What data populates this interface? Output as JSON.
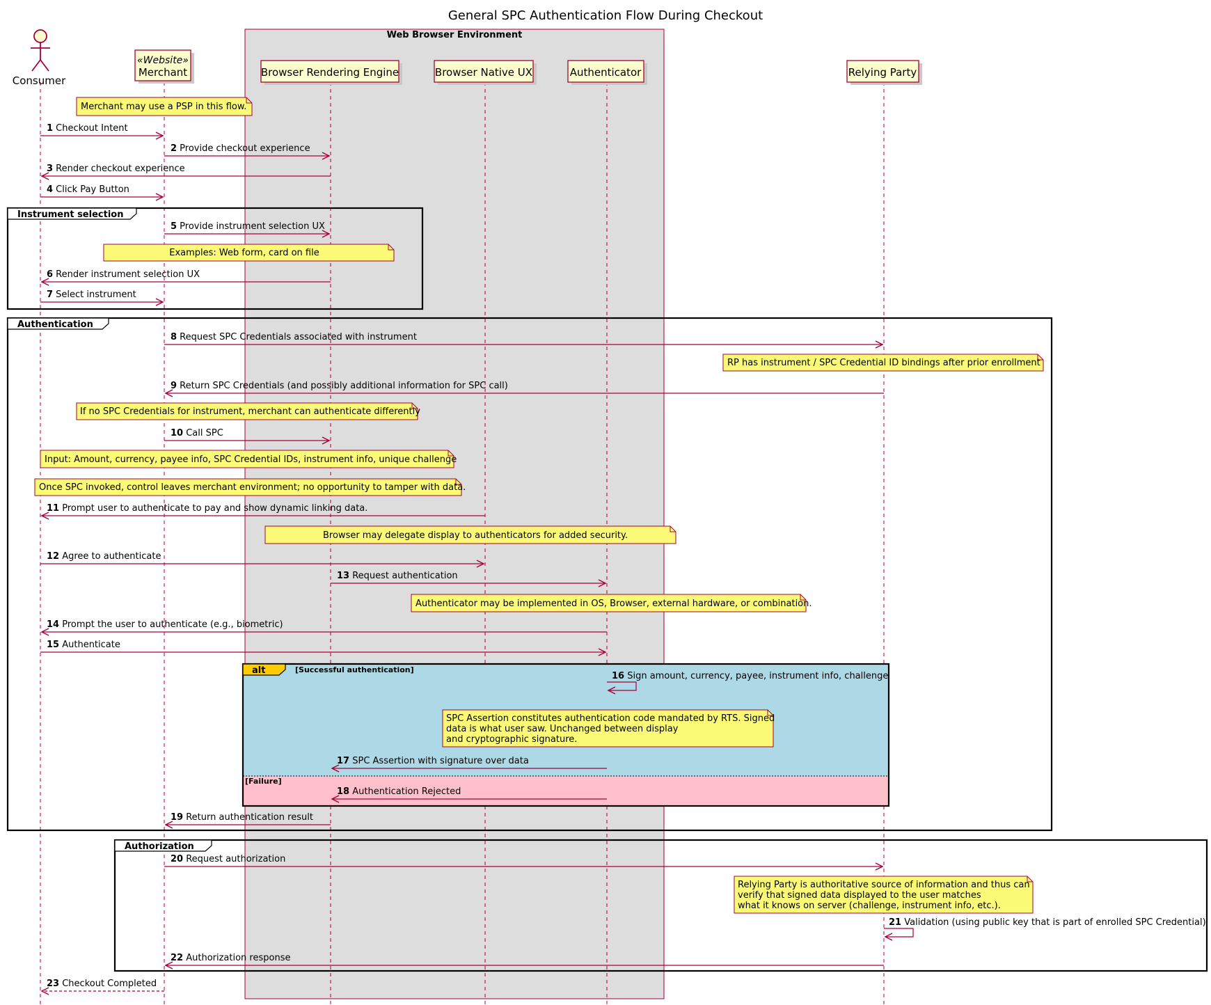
{
  "title": "General SPC Authentication Flow During Checkout",
  "box": {
    "label": "Web Browser Environment",
    "color": "#dddddd"
  },
  "participants": [
    {
      "id": "consumer",
      "label": "Consumer",
      "type": "actor"
    },
    {
      "id": "merchant",
      "label": "Merchant",
      "stereotype": "«Website»",
      "type": "participant"
    },
    {
      "id": "engine",
      "label": "Browser Rendering Engine",
      "type": "participant"
    },
    {
      "id": "native",
      "label": "Browser Native UX",
      "type": "participant"
    },
    {
      "id": "auth",
      "label": "Authenticator",
      "type": "participant"
    },
    {
      "id": "rp",
      "label": "Relying Party",
      "type": "participant"
    }
  ],
  "frames": [
    {
      "id": "instrument",
      "label": "Instrument selection"
    },
    {
      "id": "authentication",
      "label": "Authentication"
    },
    {
      "id": "authorization",
      "label": "Authorization"
    }
  ],
  "alt": {
    "keyword": "alt",
    "condition": "[Successful authentication]",
    "else_condition": "[Failure]",
    "colors": {
      "success": "#add8e6",
      "failure": "#ffc0cb",
      "keyword_bg": "#ffcc00"
    }
  },
  "messages": [
    {
      "n": "1",
      "text": "Checkout Intent"
    },
    {
      "n": "2",
      "text": "Provide checkout experience"
    },
    {
      "n": "3",
      "text": "Render checkout experience"
    },
    {
      "n": "4",
      "text": "Click Pay Button"
    },
    {
      "n": "5",
      "text": "Provide instrument selection UX"
    },
    {
      "n": "6",
      "text": "Render instrument selection UX"
    },
    {
      "n": "7",
      "text": "Select instrument"
    },
    {
      "n": "8",
      "text": "Request SPC Credentials associated with instrument"
    },
    {
      "n": "9",
      "text": "Return SPC Credentials (and possibly additional information for SPC call)"
    },
    {
      "n": "10",
      "text": "Call SPC"
    },
    {
      "n": "11",
      "text": "Prompt user to authenticate to pay and show dynamic linking data."
    },
    {
      "n": "12",
      "text": "Agree to authenticate"
    },
    {
      "n": "13",
      "text": "Request authentication"
    },
    {
      "n": "14",
      "text": "Prompt the user to authenticate (e.g., biometric)"
    },
    {
      "n": "15",
      "text": "Authenticate"
    },
    {
      "n": "16",
      "text": "Sign amount, currency, payee, instrument info, challenge"
    },
    {
      "n": "17",
      "text": "SPC Assertion with signature over data"
    },
    {
      "n": "18",
      "text": "Authentication Rejected"
    },
    {
      "n": "19",
      "text": "Return authentication result"
    },
    {
      "n": "20",
      "text": "Request authorization"
    },
    {
      "n": "21",
      "text": "Validation (using public key that is part of enrolled SPC Credential)"
    },
    {
      "n": "22",
      "text": "Authorization response"
    },
    {
      "n": "23",
      "text": "Checkout Completed"
    }
  ],
  "notes": [
    {
      "id": "psp",
      "lines": [
        "Merchant may use a PSP in this flow."
      ]
    },
    {
      "id": "examples",
      "lines": [
        "Examples: Web form, card on file"
      ]
    },
    {
      "id": "rp-bindings",
      "lines": [
        "RP has instrument / SPC Credential ID bindings after prior enrollment"
      ]
    },
    {
      "id": "no-cred",
      "lines": [
        "If no SPC Credentials for instrument, merchant can authenticate differently"
      ]
    },
    {
      "id": "input",
      "lines": [
        "Input: Amount, currency, payee info, SPC Credential IDs, instrument info, unique challenge"
      ]
    },
    {
      "id": "spc-invoked",
      "lines": [
        "Once SPC invoked, control leaves merchant environment; no opportunity to tamper with data."
      ]
    },
    {
      "id": "delegate",
      "lines": [
        "Browser may delegate display to authenticators for added security."
      ]
    },
    {
      "id": "auth-impl",
      "lines": [
        "Authenticator may be implemented in OS, Browser, external hardware, or combination."
      ]
    },
    {
      "id": "assertion",
      "lines": [
        "SPC Assertion constitutes authentication code mandated by RTS. Signed",
        "data is what user saw. Unchanged between display",
        "and cryptographic signature."
      ]
    },
    {
      "id": "rp-authoritative",
      "lines": [
        "Relying Party is authoritative source of information and thus can",
        "verify that signed data displayed to the user matches",
        "what it knows on server (challenge, instrument info, etc.)."
      ]
    }
  ]
}
